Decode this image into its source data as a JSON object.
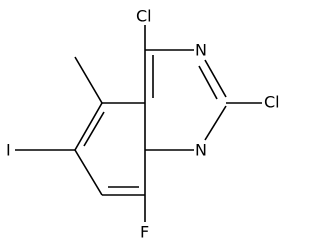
{
  "molecule": {
    "atoms": {
      "cl_top": "Cl",
      "n_upper": "N",
      "cl_right": "Cl",
      "n_lower": "N",
      "iodo": "I",
      "fluoro": "F"
    }
  },
  "colors": {
    "bond": "#000000",
    "label": "#000000",
    "background": "#ffffff"
  }
}
